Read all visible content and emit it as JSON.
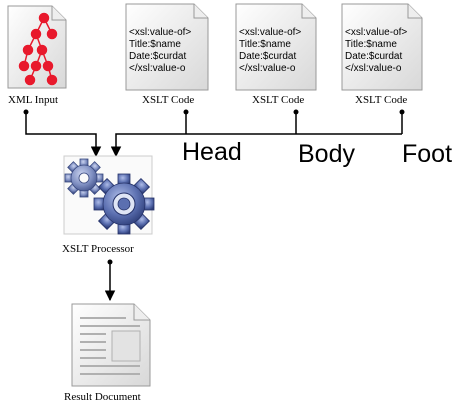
{
  "nodes": {
    "xml_input": {
      "label": "XML Input"
    },
    "xslt_code_head": {
      "label": "XSLT Code",
      "lines": [
        "<xsl:value-of>",
        "Title:$name",
        "Date:$curdat",
        "</xsl:value-o"
      ]
    },
    "xslt_code_body": {
      "label": "XSLT Code",
      "lines": [
        "<xsl:value-of>",
        "Title:$name",
        "Date:$curdat",
        "</xsl:value-o"
      ]
    },
    "xslt_code_foot": {
      "label": "XSLT Code",
      "lines": [
        "<xsl:value-of>",
        "Title:$name",
        "Date:$curdat",
        "</xsl:value-o"
      ]
    },
    "processor": {
      "label": "XSLT Processor"
    },
    "result": {
      "label": "Result Document"
    }
  },
  "section_labels": {
    "head": "Head",
    "body": "Body",
    "foot": "Foot"
  },
  "colors": {
    "tree_node": "#e8192c",
    "gear": "#5b6fa8",
    "gear_light": "#b8c4e6",
    "line": "#000000"
  }
}
